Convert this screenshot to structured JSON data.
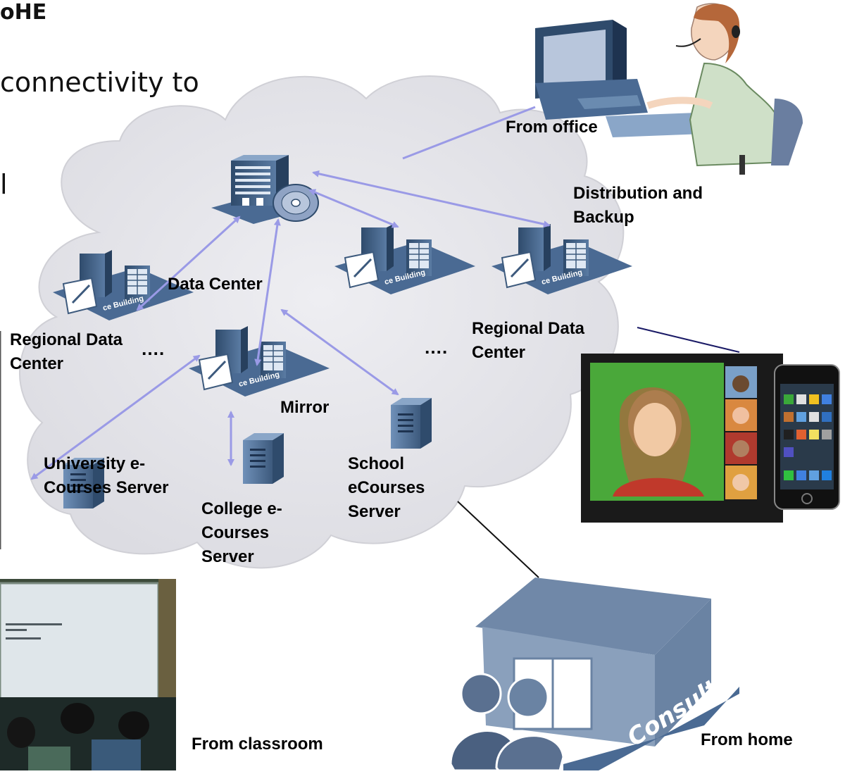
{
  "slide": {
    "heading_fragment": "oHE",
    "line_fragment": "connectivity to",
    "glyph_fragment": "l"
  },
  "labels": {
    "from_office": "From office",
    "distribution_backup": "Distribution and\nBackup",
    "data_center": "Data Center",
    "regional_left": "Regional Data\nCenter",
    "regional_right": "Regional Data\nCenter",
    "mirror": "Mirror",
    "university_server": "University e-\nCourses Server",
    "college_server": "College e-\nCourses\nServer",
    "school_server": "School\neCourses\nServer",
    "from_classroom": "From classroom",
    "from_home": "From home",
    "ellipsis_left": "….",
    "ellipsis_right": "…."
  },
  "building_caption": "ce Building",
  "consultant_sign": "Consultant",
  "colors": {
    "cloud": "#e6e6ea",
    "arrow": "#9a9ae6",
    "building_dark": "#3d5a7d",
    "building_light": "#6a8bb0",
    "base": "#4a6a93"
  }
}
